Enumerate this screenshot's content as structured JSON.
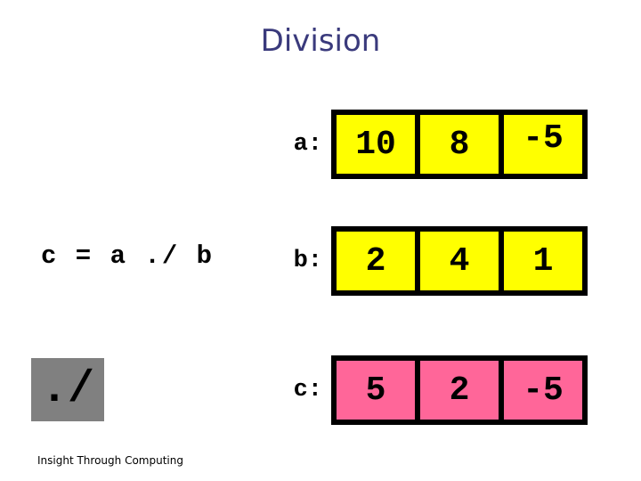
{
  "slide": {
    "title": "Division",
    "equation": "c = a ./ b",
    "operator_callout": "./",
    "footer": "Insight Through Computing"
  },
  "colors": {
    "title_text": "#3a3a7c",
    "vector_fill": "#ffff00",
    "result_fill": "#ff6699",
    "operator_box_bg": "#808080",
    "border": "#000000",
    "background": "#ffffff"
  },
  "vectors": [
    {
      "label": "a:",
      "fill": "#ffff00",
      "values": [
        "10",
        "8",
        "-5"
      ]
    },
    {
      "label": "b:",
      "fill": "#ffff00",
      "values": [
        "2",
        "4",
        "1"
      ]
    },
    {
      "label": "c:",
      "fill": "#ff6699",
      "values": [
        "5",
        "2",
        "-5"
      ]
    }
  ]
}
